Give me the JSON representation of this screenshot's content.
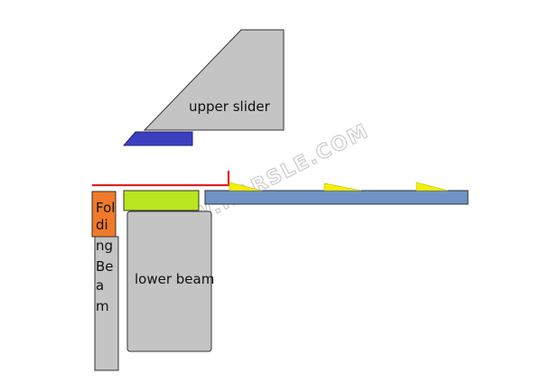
{
  "labels": {
    "upper_slider": "upper slider",
    "lower_beam": "lower beam",
    "folding_beam_lines": [
      "Fol",
      "di",
      "ng",
      "Be",
      "a",
      "m"
    ]
  },
  "watermark": "WWW.HARSLE.COM",
  "colors": {
    "gray": "#c4c4c4",
    "outline": "#333333",
    "blue_tool": "#3b3fc0",
    "orange": "#f07a2a",
    "lime": "#b9e61f",
    "sheet": "#6f93c4",
    "red_line": "#e02222",
    "yellow_stop": "#f3f000"
  }
}
